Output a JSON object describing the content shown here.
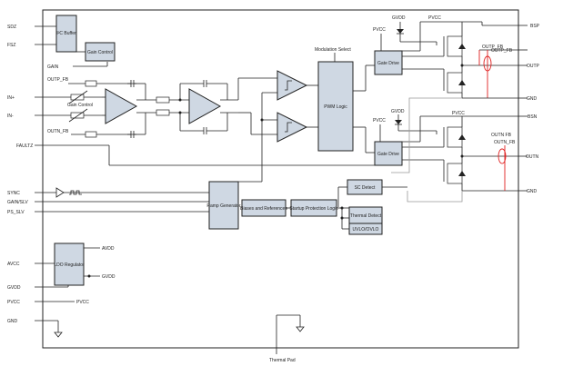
{
  "pins_left": [
    "SDZ",
    "FSZ",
    "GAIN",
    "OUTP_FB",
    "IN+",
    "IN-",
    "OUTN_FB",
    "FAULTZ",
    "SYNC",
    "GAIN/SLV",
    "PS_SLV",
    "AVCC",
    "GVDD",
    "PVCC",
    "GND"
  ],
  "pins_right": [
    "BSP",
    "OUTP_FB",
    "OUTP",
    "GND",
    "BSN",
    "OUTN_FB",
    "OUTN",
    "GND"
  ],
  "blocks": {
    "buffer": "I²C Buffer",
    "gain_control": "Gain Control",
    "pwm_logic": "PWM Logic",
    "gate_drive_top": "Gate Drive",
    "gate_drive_bottom": "Gate Drive",
    "ramp_generator": "Ramp Generator",
    "sc_detect": "SC Detect",
    "biases": "Biases and References",
    "startup": "Startup Protection Logic",
    "thermal": "Thermal Detect",
    "uvlo": "UVLO/OVLO",
    "ldo": "LDO Regulator"
  },
  "labels": {
    "modulation_select": "Modulation Select",
    "gain_control_small": "Gain Control",
    "gvdd_top": "GVDD",
    "pvcc_top": "PVCC",
    "pvcc_left_top": "PVCC",
    "gvdd_mid": "GVDD",
    "pvcc_mid": "PVCC",
    "pvcc_left_mid": "PVCC",
    "outp_fb_right": "OUTP_FB",
    "outn_fb_right": "OUTN FB",
    "avdd": "AVDD",
    "gvdd_ldo": "GVDD",
    "pvcc_line": "PVCC",
    "thermal_pad": "Thermal Pad"
  }
}
